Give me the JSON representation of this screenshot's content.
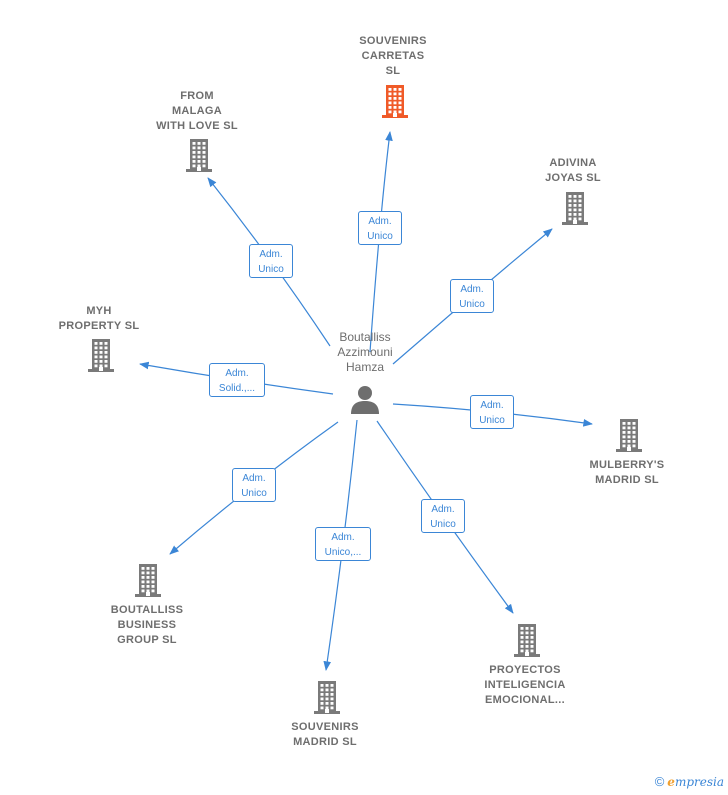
{
  "center": {
    "name": "Boutalliss\nAzzimouni\nHamza",
    "icon": "person-icon"
  },
  "colors": {
    "edge": "#3b86d6",
    "building": "#7a7a7a",
    "building_highlight": "#f05a28",
    "label": "#6e6e6e"
  },
  "companies": [
    {
      "id": "souvenirs-carretas",
      "name": "SOUVENIRS\nCARRETAS\nSL",
      "role": "Adm.\nUnico",
      "highlight": true
    },
    {
      "id": "from-malaga",
      "name": "FROM\nMALAGA\nWITH LOVE  SL",
      "role": "Adm.\nUnico",
      "highlight": false
    },
    {
      "id": "adivina-joyas",
      "name": "ADIVINA\nJOYAS  SL",
      "role": "Adm.\nUnico",
      "highlight": false
    },
    {
      "id": "myh-property",
      "name": "MYH\nPROPERTY  SL",
      "role": "Adm.\nSolid.,...",
      "highlight": false
    },
    {
      "id": "mulberrys-madrid",
      "name": "MULBERRY'S\nMADRID  SL",
      "role": "Adm.\nUnico",
      "highlight": false
    },
    {
      "id": "boutalliss-business",
      "name": "BOUTALLISS\nBUSINESS\nGROUP  SL",
      "role": "Adm.\nUnico",
      "highlight": false
    },
    {
      "id": "souvenirs-madrid",
      "name": "SOUVENIRS\nMADRID  SL",
      "role": "Adm.\nUnico,...",
      "highlight": false
    },
    {
      "id": "proyectos-inteligencia",
      "name": "PROYECTOS\nINTELIGENCIA\nEMOCIONAL...",
      "role": "Adm.\nUnico",
      "highlight": false
    }
  ],
  "footer": {
    "copyright": "©",
    "brand_initial": "e",
    "brand_rest": "mpresia"
  }
}
